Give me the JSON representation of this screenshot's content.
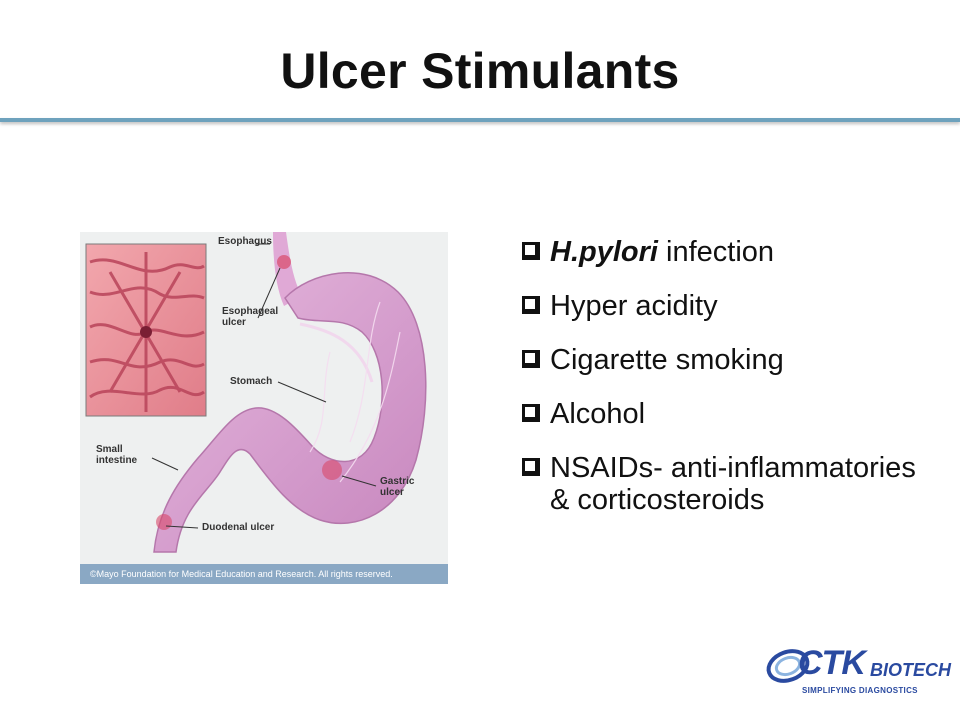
{
  "slide": {
    "title": "Ulcer Stimulants"
  },
  "figure": {
    "labels": {
      "esophagus": "Esophagus",
      "esophageal_ulcer": "Esophageal\nulcer",
      "stomach": "Stomach",
      "small_intestine": "Small\nintestine",
      "gastric_ulcer": "Gastric\nulcer",
      "duodenal_ulcer": "Duodenal ulcer"
    },
    "credit": "©Mayo Foundation for Medical Education and Research. All rights reserved."
  },
  "bullets": [
    {
      "em": "H.pylori",
      "text": " infection"
    },
    {
      "em": "",
      "text": "Hyper acidity"
    },
    {
      "em": "",
      "text": "Cigarette smoking"
    },
    {
      "em": "",
      "text": "Alcohol"
    },
    {
      "em": "",
      "text": "NSAIDs- anti-inflammatories & corticosteroids"
    }
  ],
  "logo": {
    "mark": "CTK",
    "name": "BIOTECH",
    "tagline": "SIMPLIFYING DIAGNOSTICS"
  },
  "colors": {
    "rule": "#6ea2bd",
    "brand": "#2a4aa0",
    "stomach": "#d8a6cf"
  }
}
